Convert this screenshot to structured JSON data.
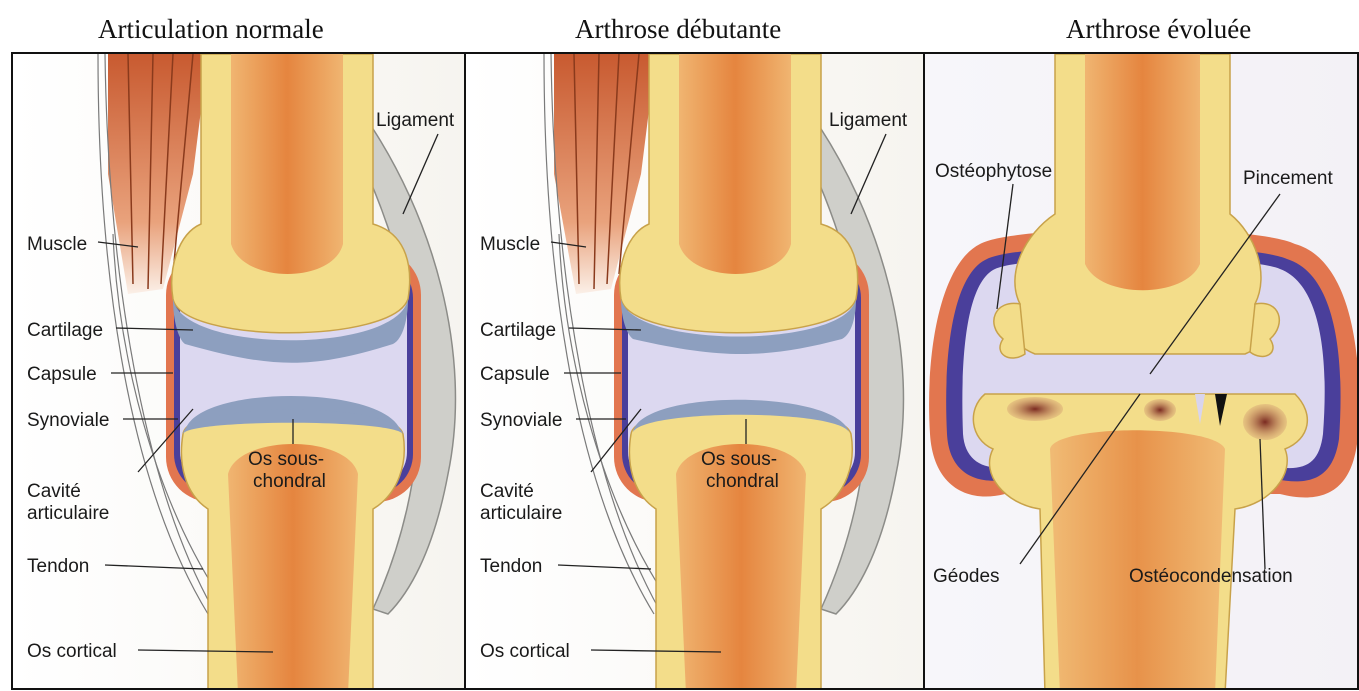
{
  "titles": {
    "normal": "Articulation normale",
    "early": "Arthrose débutante",
    "advanced": "Arthrose évoluée"
  },
  "labels": {
    "ligament": "Ligament",
    "muscle": "Muscle",
    "cartilage": "Cartilage",
    "capsule": "Capsule",
    "synoviale": "Synoviale",
    "cavite1": "Cavité",
    "cavite2": "articulaire",
    "tendon": "Tendon",
    "os_cortical": "Os cortical",
    "os_sous1": "Os sous-",
    "os_sous2": "chondral",
    "osteophytose": "Ostéophytose",
    "pincement": "Pincement",
    "geodes": "Géodes",
    "osteocondensation": "Ostéocondensation"
  },
  "colors": {
    "bone_cortex": "#f3dd8a",
    "bone_marrow": "#e8924a",
    "cartilage": "#8d9fbf",
    "cavity": "#dcd8f0",
    "capsule": "#e2764f",
    "synovial": "#4a3f9b",
    "muscle": "#c85a30",
    "ligament": "#c9c9c4",
    "geode": "#7a2a20"
  }
}
